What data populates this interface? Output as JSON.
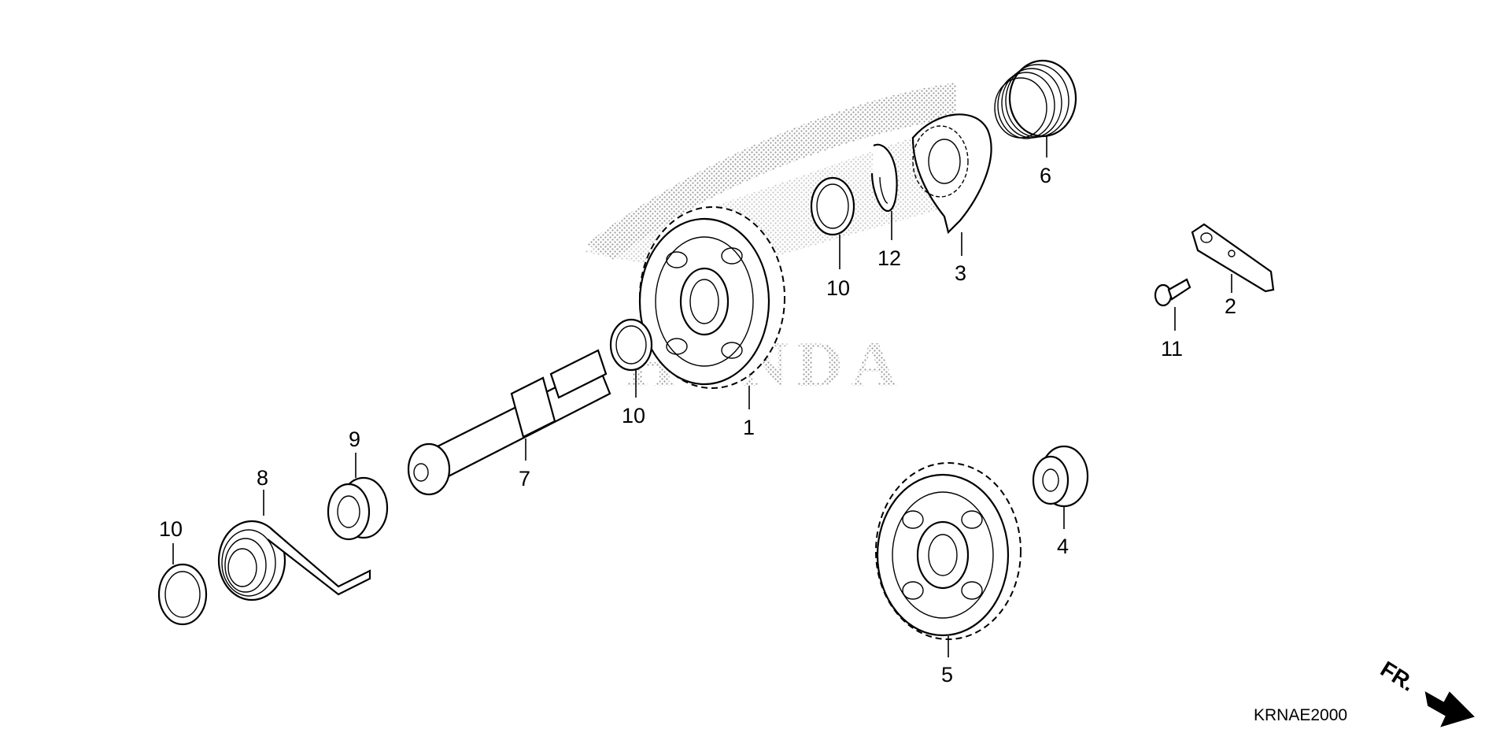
{
  "diagram": {
    "parts": [
      {
        "name": "gear-large",
        "label": "1"
      },
      {
        "name": "plate",
        "label": "2"
      },
      {
        "name": "ratchet",
        "label": "3"
      },
      {
        "name": "bushing",
        "label": "4"
      },
      {
        "name": "gear-idle",
        "label": "5"
      },
      {
        "name": "spring-ratchet",
        "label": "6"
      },
      {
        "name": "spindle",
        "label": "7"
      },
      {
        "name": "spring-return",
        "label": "8"
      },
      {
        "name": "collar",
        "label": "9"
      },
      {
        "name": "washer-a",
        "label": "10"
      },
      {
        "name": "washer-b",
        "label": "10"
      },
      {
        "name": "washer-c",
        "label": "10"
      },
      {
        "name": "bolt",
        "label": "11"
      },
      {
        "name": "circlip",
        "label": "12"
      }
    ],
    "watermark": "HONDA",
    "diagram_code": "KRNAE2000",
    "direction_label": "FR."
  }
}
